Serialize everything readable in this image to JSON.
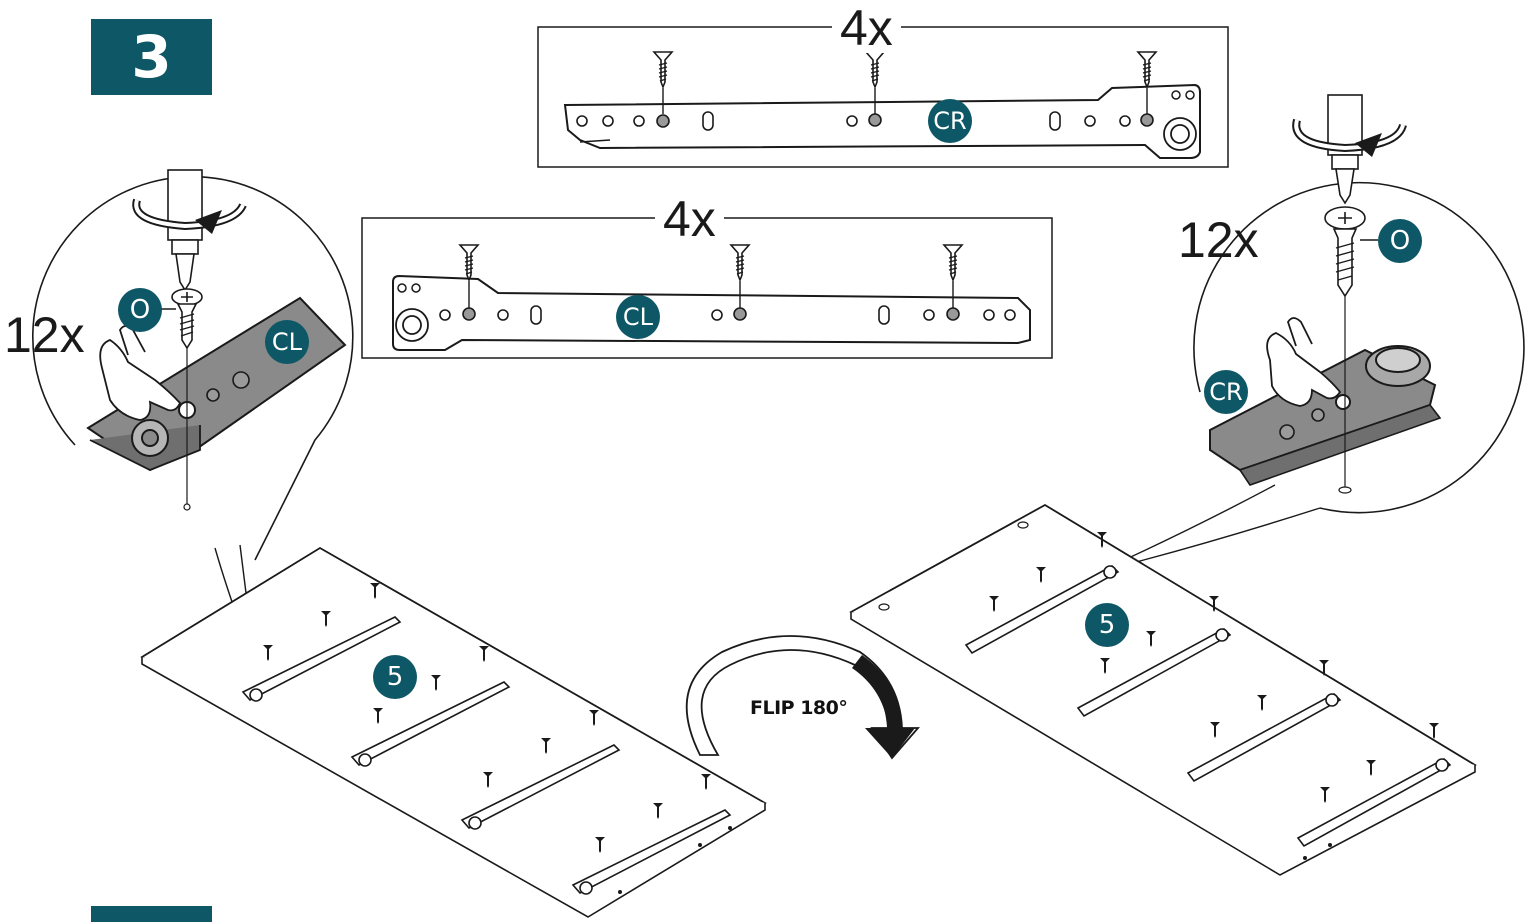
{
  "step": {
    "number": "3"
  },
  "rail_cr": {
    "quantity": "4x",
    "label": "CR"
  },
  "rail_cl": {
    "quantity": "4x",
    "label": "CL"
  },
  "detail_left": {
    "quantity": "12x",
    "screw_label": "O",
    "rail_label": "CL"
  },
  "detail_right": {
    "quantity": "12x",
    "screw_label": "O",
    "rail_label": "CR"
  },
  "panel_left": {
    "rail_count_label": "5"
  },
  "panel_right": {
    "rail_count_label": "5"
  },
  "flip": {
    "label": "FLIP 180°"
  },
  "colors": {
    "accent": "#0e5766",
    "line": "#1a1a1a",
    "metal": "#8a8a8a"
  }
}
